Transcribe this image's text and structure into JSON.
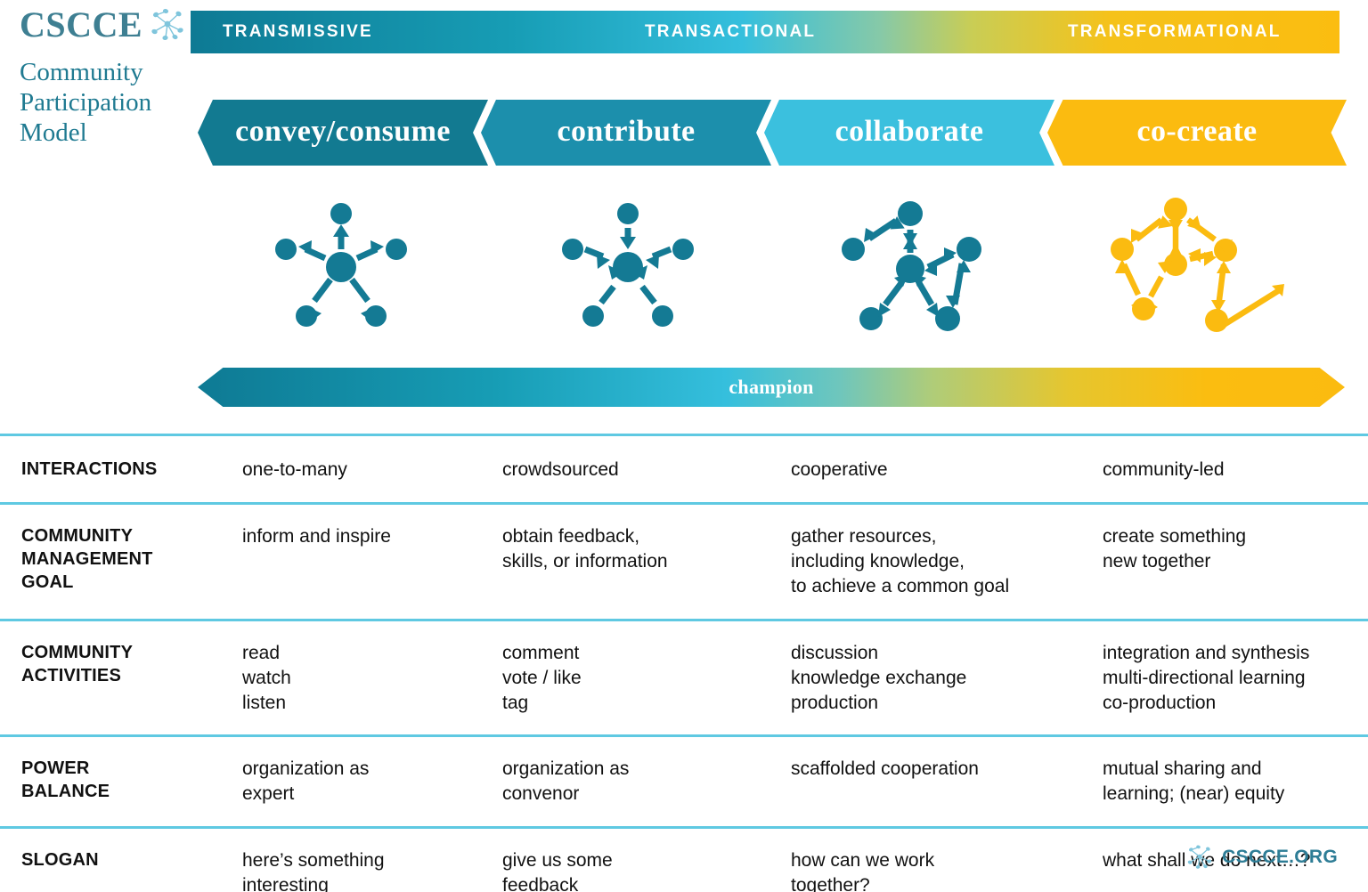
{
  "brand": {
    "logo_text": "CSCCE",
    "logo_icon": "network-nodes-icon",
    "title_line1": "Community",
    "title_line2": "Participation",
    "title_line3": "Model"
  },
  "spectrum": {
    "labels": [
      "TRANSMISSIVE",
      "TRANSACTIONAL",
      "TRANSFORMATIONAL"
    ],
    "gradient_start": "#0E7A94",
    "gradient_mid": "#35BFDD",
    "gradient_end": "#FBBB10"
  },
  "stages": [
    {
      "label": "convey/consume",
      "color": "#127A91",
      "diagram": "one-to-many-outward-arrows-icon"
    },
    {
      "label": "contribute",
      "color": "#1C8FAC",
      "diagram": "many-to-one-inward-arrows-icon"
    },
    {
      "label": "collaborate",
      "color": "#3BC0DE",
      "diagram": "bidirectional-network-icon"
    },
    {
      "label": "co-create",
      "color": "#FBBB10",
      "diagram": "open-network-outward-arrow-icon"
    }
  ],
  "champion": {
    "label": "champion"
  },
  "table": {
    "divider_color": "#5FC9E2",
    "rows": [
      {
        "label": "INTERACTIONS",
        "cells": [
          [
            "one-to-many"
          ],
          [
            "crowdsourced"
          ],
          [
            "cooperative"
          ],
          [
            "community-led"
          ]
        ]
      },
      {
        "label": "COMMUNITY MANAGEMENT GOAL",
        "label_lines": [
          "COMMUNITY",
          "MANAGEMENT",
          "GOAL"
        ],
        "cells": [
          [
            "inform and inspire"
          ],
          [
            "obtain feedback,",
            "skills, or information"
          ],
          [
            "gather resources,",
            "including knowledge,",
            "to achieve a common goal"
          ],
          [
            "create something",
            "new together"
          ]
        ]
      },
      {
        "label": "COMMUNITY ACTIVITIES",
        "label_lines": [
          "COMMUNITY",
          "ACTIVITIES"
        ],
        "cells": [
          [
            "read",
            "watch",
            "listen"
          ],
          [
            "comment",
            "vote / like",
            "tag"
          ],
          [
            "discussion",
            "knowledge exchange",
            "production"
          ],
          [
            "integration and synthesis",
            "multi-directional learning",
            "co-production"
          ]
        ]
      },
      {
        "label": "POWER BALANCE",
        "label_lines": [
          "POWER",
          "BALANCE"
        ],
        "cells": [
          [
            "organization as",
            "expert"
          ],
          [
            "organization as",
            "convenor"
          ],
          [
            "scaffolded cooperation"
          ],
          [
            "mutual sharing and",
            "learning; (near) equity"
          ]
        ]
      },
      {
        "label": "SLOGAN",
        "label_lines": [
          "SLOGAN"
        ],
        "cells": [
          [
            "here’s something",
            "interesting"
          ],
          [
            "give us some",
            "feedback"
          ],
          [
            "how can we work",
            "together?"
          ],
          [
            "what shall we do next…?"
          ]
        ]
      }
    ]
  },
  "footer": {
    "site": "CSCCE.ORG",
    "icon": "network-nodes-icon"
  }
}
